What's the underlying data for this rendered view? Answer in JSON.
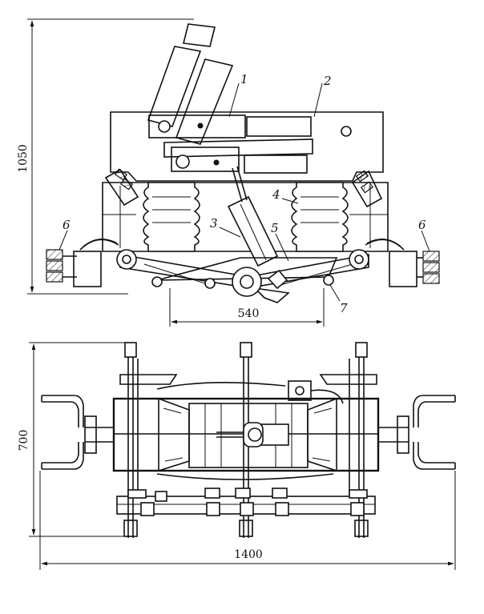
{
  "dimensions": {
    "height_top": "1050",
    "span_pivots": "540",
    "height_plan": "700",
    "length_plan": "1400"
  },
  "callouts": [
    "1",
    "2",
    "3",
    "4",
    "5",
    "6",
    "6",
    "7"
  ]
}
